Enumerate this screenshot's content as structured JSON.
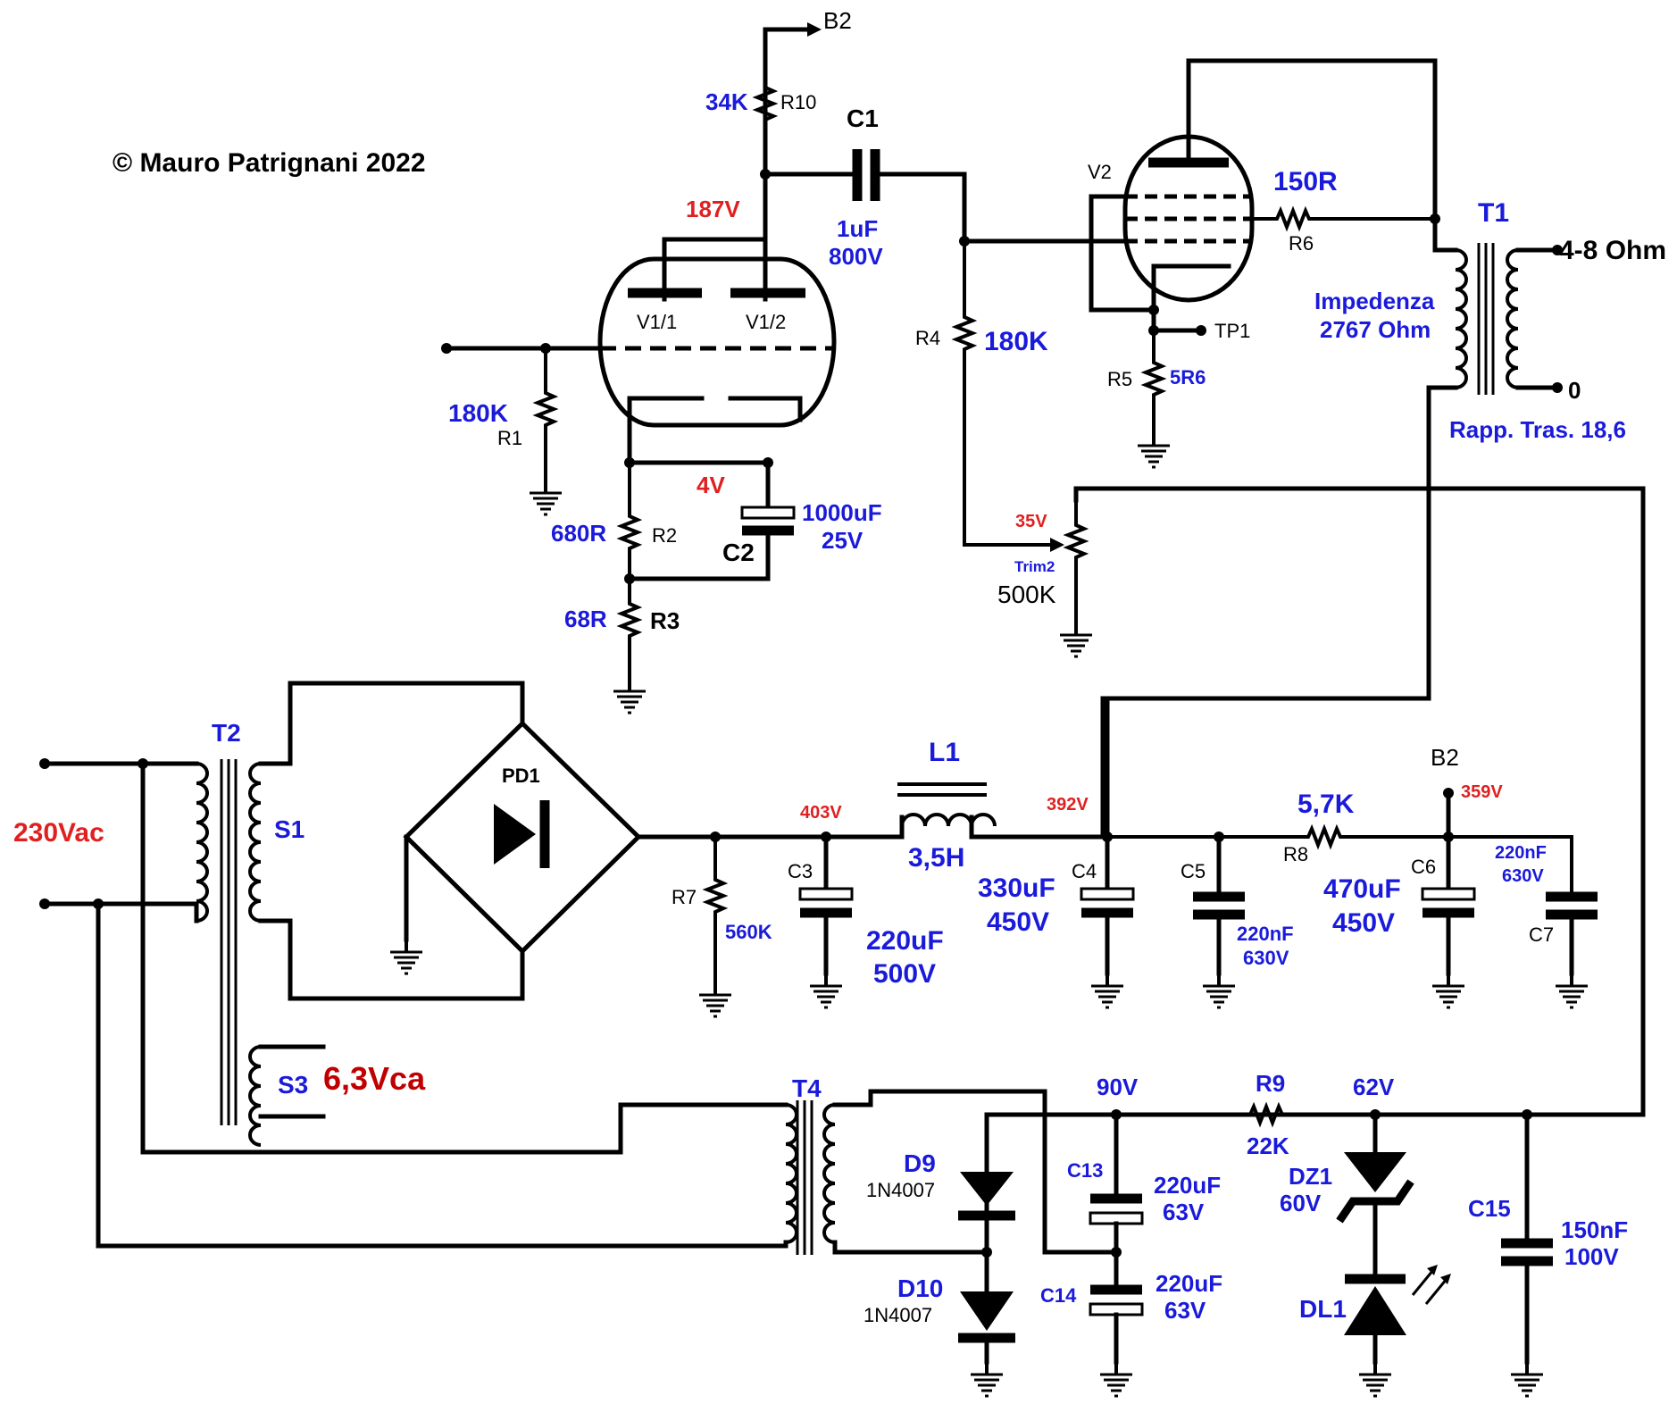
{
  "copyright": "© Mauro Patrignani 2022",
  "nodes": {
    "b2_top": "B2",
    "b2_rail": "B2",
    "tp1": "TP1"
  },
  "tubes": {
    "v1a": "V1/1",
    "v1b": "V1/2",
    "v2": "V2"
  },
  "resistors": {
    "r1": {
      "name": "R1",
      "value": "180K"
    },
    "r2": {
      "name": "R2",
      "value": "680R"
    },
    "r3": {
      "name": "R3",
      "value": "68R"
    },
    "r4": {
      "name": "R4",
      "value": "180K"
    },
    "r5": {
      "name": "R5",
      "value": "5R6"
    },
    "r6": {
      "name": "R6",
      "value": "150R"
    },
    "r7": {
      "name": "R7",
      "value": "560K"
    },
    "r8": {
      "name": "R8",
      "value": "5,7K"
    },
    "r9": {
      "name": "R9",
      "value": "22K"
    },
    "r10": {
      "name": "R10",
      "value": "34K"
    },
    "trim2": {
      "name": "Trim2",
      "value": "500K"
    }
  },
  "capacitors": {
    "c1": {
      "name": "C1",
      "value": "1uF",
      "voltage": "800V"
    },
    "c2": {
      "name": "C2",
      "value": "1000uF",
      "voltage": "25V"
    },
    "c3": {
      "name": "C3",
      "value": "220uF",
      "voltage": "500V"
    },
    "c4": {
      "name": "C4",
      "value": "330uF",
      "voltage": "450V"
    },
    "c5": {
      "name": "C5",
      "value": "220nF",
      "voltage": "630V"
    },
    "c6": {
      "name": "C6",
      "value": "470uF",
      "voltage": "450V"
    },
    "c7": {
      "name": "C7",
      "value": "220nF",
      "voltage": "630V"
    },
    "c13": {
      "name": "C13",
      "value": "220uF",
      "voltage": "63V"
    },
    "c14": {
      "name": "C14",
      "value": "220uF",
      "voltage": "63V"
    },
    "c15": {
      "name": "C15",
      "value": "150nF",
      "voltage": "100V"
    }
  },
  "voltages": {
    "v187": "187V",
    "v4": "4V",
    "v35": "35V",
    "v403": "403V",
    "v392": "392V",
    "v359": "359V",
    "v90": "90V",
    "v62": "62V"
  },
  "transformers": {
    "t1": {
      "name": "T1",
      "out_hi": "4-8 Ohm",
      "out_lo": "0",
      "impedance_1": "Impedenza",
      "impedance_2": "2767 Ohm",
      "ratio": "Rapp. Tras. 18,6"
    },
    "t2": {
      "name": "T2",
      "s1": "S1",
      "s3": "S3",
      "heater": "6,3Vca",
      "mains": "230Vac"
    },
    "t4": {
      "name": "T4"
    }
  },
  "inductor": {
    "name": "L1",
    "value": "3,5H"
  },
  "rectifier": {
    "name": "PD1"
  },
  "diodes": {
    "d9": {
      "name": "D9",
      "part": "1N4007"
    },
    "d10": {
      "name": "D10",
      "part": "1N4007"
    },
    "dz1": {
      "name": "DZ1",
      "value": "60V"
    },
    "dl1": {
      "name": "DL1"
    }
  },
  "colors": {
    "component_label": "#1a1adb",
    "voltage_label": "#e02020",
    "heater_label": "#c00000",
    "wire": "#000000"
  }
}
